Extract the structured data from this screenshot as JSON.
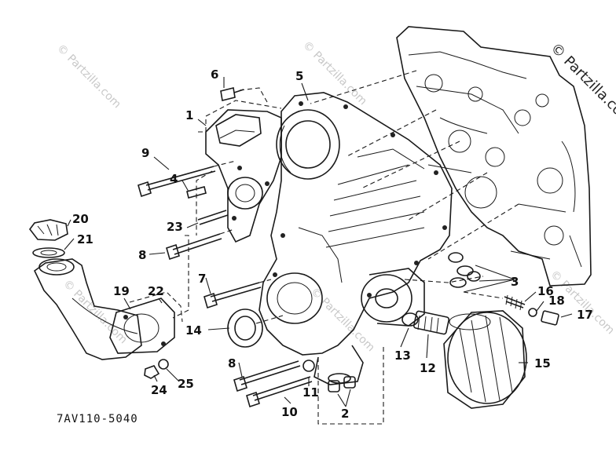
{
  "diagram": {
    "drawing_code": "7AV110-5040",
    "watermark_main": "© Partzilla.com",
    "watermark_faint": "© Partzilla.com",
    "callouts": [
      {
        "id": "c1",
        "label": "1"
      },
      {
        "id": "c2",
        "label": "2"
      },
      {
        "id": "c3",
        "label": "3"
      },
      {
        "id": "c4",
        "label": "4"
      },
      {
        "id": "c5",
        "label": "5"
      },
      {
        "id": "c6",
        "label": "6"
      },
      {
        "id": "c7",
        "label": "7"
      },
      {
        "id": "c8a",
        "label": "8"
      },
      {
        "id": "c8b",
        "label": "8"
      },
      {
        "id": "c9",
        "label": "9"
      },
      {
        "id": "c10",
        "label": "10"
      },
      {
        "id": "c11",
        "label": "11"
      },
      {
        "id": "c12",
        "label": "12"
      },
      {
        "id": "c13",
        "label": "13"
      },
      {
        "id": "c14",
        "label": "14"
      },
      {
        "id": "c15",
        "label": "15"
      },
      {
        "id": "c16",
        "label": "16"
      },
      {
        "id": "c17",
        "label": "17"
      },
      {
        "id": "c18",
        "label": "18"
      },
      {
        "id": "c19",
        "label": "19"
      },
      {
        "id": "c20",
        "label": "20"
      },
      {
        "id": "c21",
        "label": "21"
      },
      {
        "id": "c22",
        "label": "22"
      },
      {
        "id": "c23",
        "label": "23"
      },
      {
        "id": "c24",
        "label": "24"
      },
      {
        "id": "c25",
        "label": "25"
      }
    ]
  }
}
